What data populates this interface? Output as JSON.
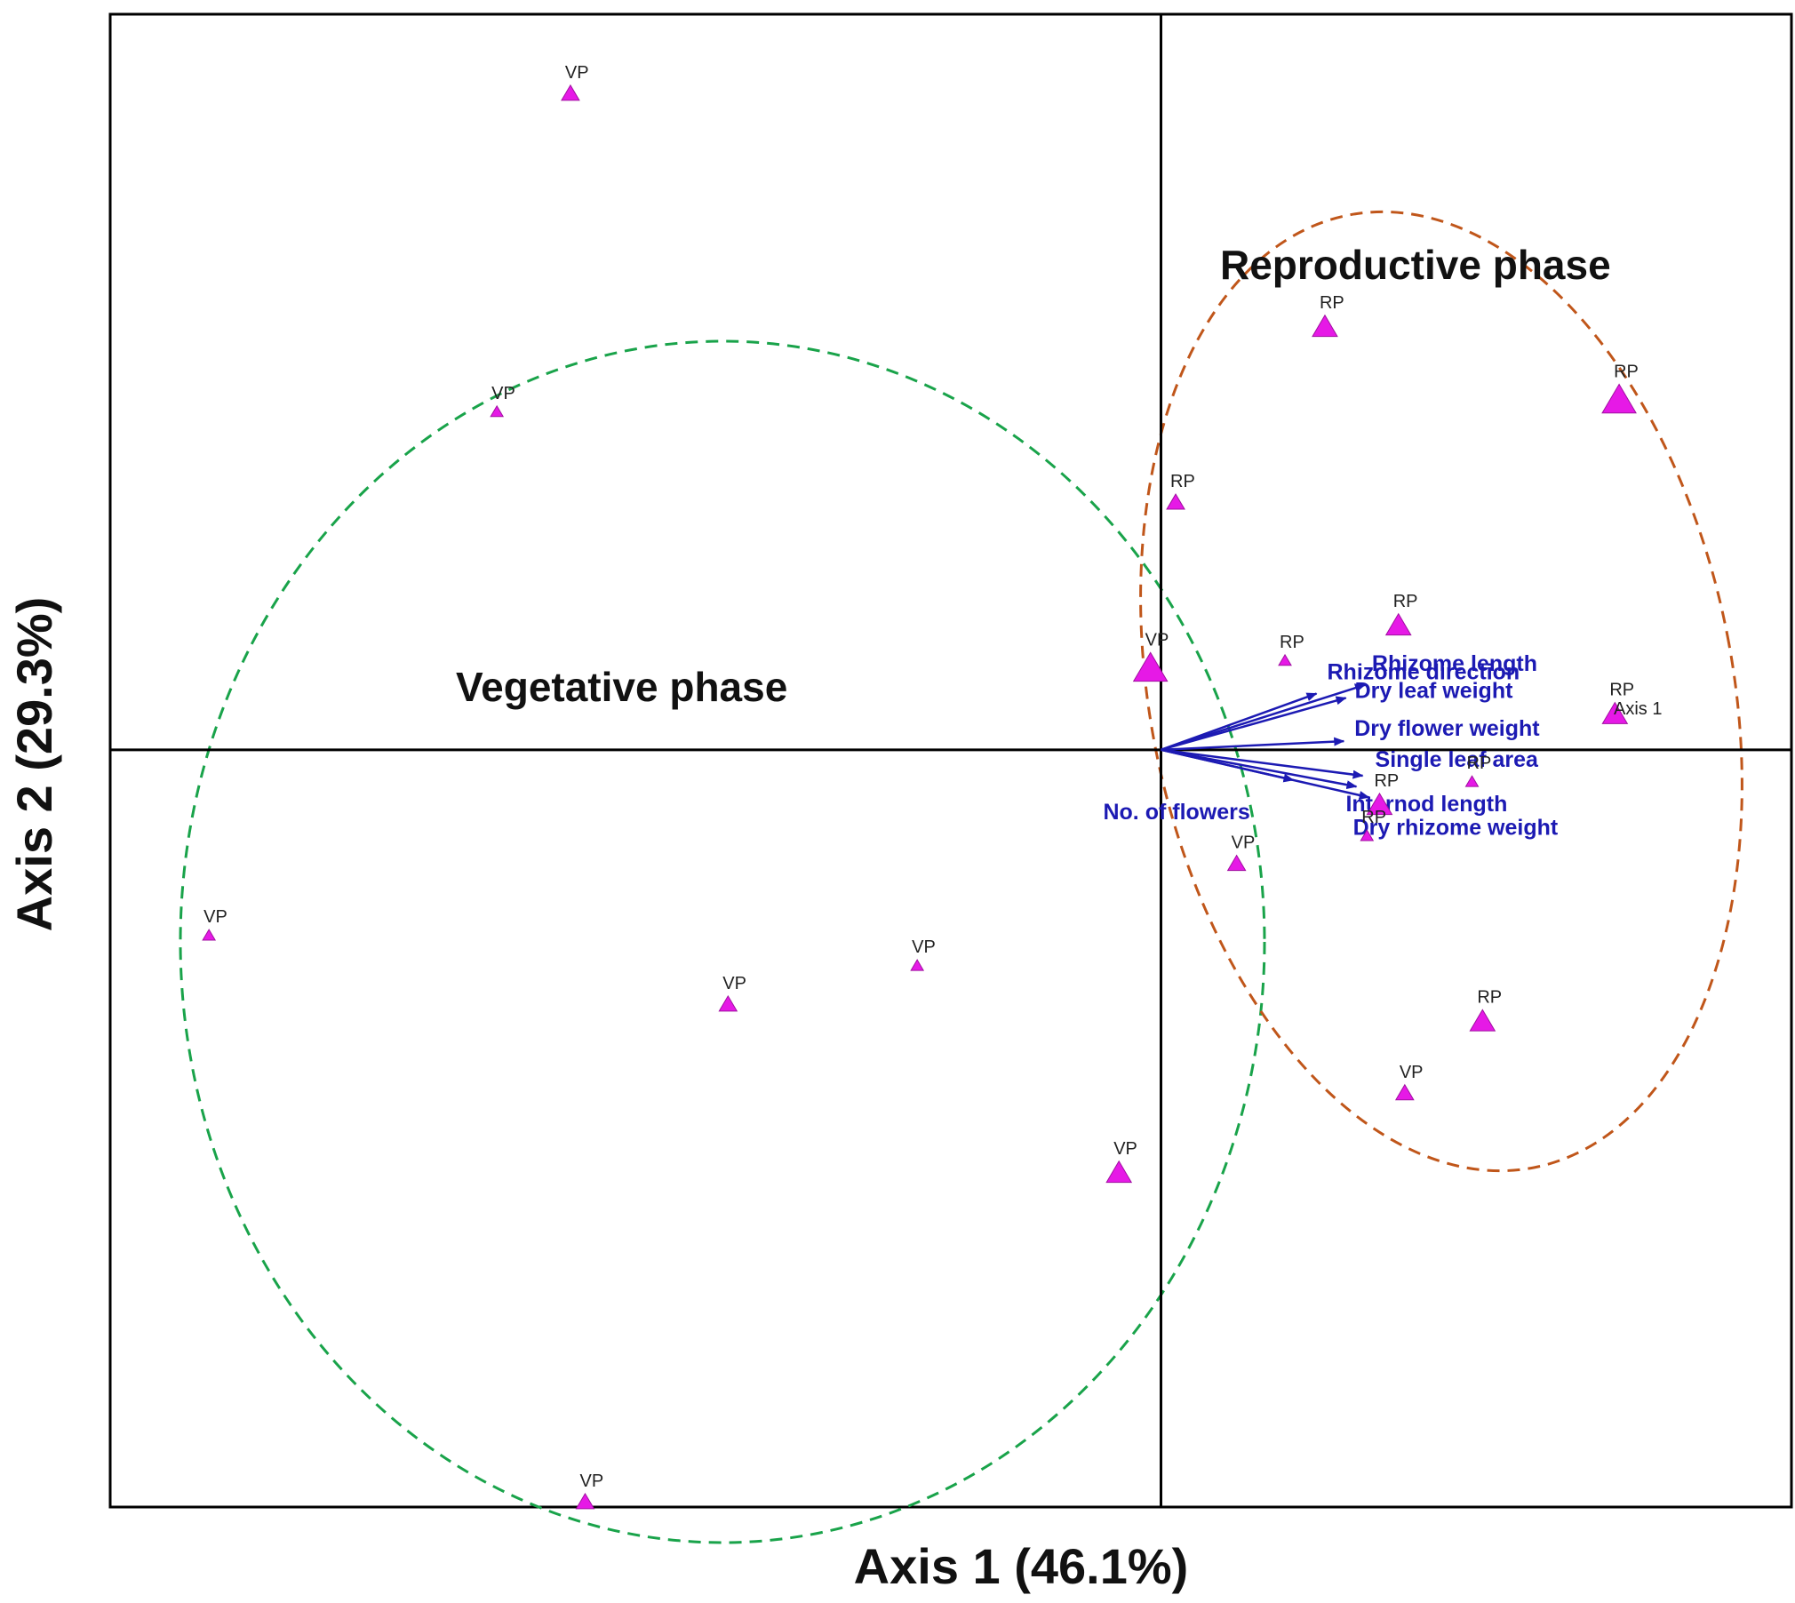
{
  "chart_data": {
    "type": "scatter",
    "subtype": "pca-biplot",
    "xlabel": "Axis 1 (46.1%)",
    "ylabel": "Axis 2 (29.3%)",
    "axis_inline_label": "Axis 1",
    "xlim": [
      -5.0,
      3.0
    ],
    "ylim": [
      -3.5,
      3.4
    ],
    "grid": false,
    "origin_lines": true,
    "colors": {
      "points": "#e619e6",
      "vectors": "#1c1ab3",
      "vegetative_ellipse": "#19a34a",
      "reproductive_ellipse": "#c0561a",
      "axes": "#000000"
    },
    "groups": [
      {
        "name": "Vegetative phase",
        "code": "VP",
        "ellipse_color": "#19a34a"
      },
      {
        "name": "Reproductive phase",
        "code": "RP",
        "ellipse_color": "#c0561a"
      }
    ],
    "points": [
      {
        "label": "VP",
        "x": -2.81,
        "y": 3.03,
        "size": 2
      },
      {
        "label": "VP",
        "x": -3.16,
        "y": 1.56,
        "size": 1
      },
      {
        "label": "VP",
        "x": -4.53,
        "y": -0.86,
        "size": 1
      },
      {
        "label": "VP",
        "x": -2.06,
        "y": -1.18,
        "size": 2
      },
      {
        "label": "VP",
        "x": -1.16,
        "y": -1.0,
        "size": 1
      },
      {
        "label": "VP",
        "x": -2.74,
        "y": -3.48,
        "size": 2
      },
      {
        "label": "VP",
        "x": -0.2,
        "y": -1.96,
        "size": 3
      },
      {
        "label": "VP",
        "x": -0.05,
        "y": 0.37,
        "size": 4
      },
      {
        "label": "VP",
        "x": 0.36,
        "y": -0.53,
        "size": 2
      },
      {
        "label": "VP",
        "x": 1.16,
        "y": -1.59,
        "size": 2
      },
      {
        "label": "RP",
        "x": 0.78,
        "y": 1.95,
        "size": 3
      },
      {
        "label": "RP",
        "x": 2.18,
        "y": 1.61,
        "size": 4
      },
      {
        "label": "RP",
        "x": 0.07,
        "y": 1.14,
        "size": 2
      },
      {
        "label": "RP",
        "x": 1.13,
        "y": 0.57,
        "size": 3
      },
      {
        "label": "RP",
        "x": 0.59,
        "y": 0.41,
        "size": 1
      },
      {
        "label": "RP",
        "x": 2.16,
        "y": 0.16,
        "size": 3
      },
      {
        "label": "RP",
        "x": 1.48,
        "y": -0.15,
        "size": 1
      },
      {
        "label": "RP",
        "x": 1.04,
        "y": -0.26,
        "size": 3
      },
      {
        "label": "RP",
        "x": 0.98,
        "y": -0.4,
        "size": 1
      },
      {
        "label": "RP",
        "x": 1.53,
        "y": -1.26,
        "size": 3
      }
    ],
    "vectors": [
      {
        "name": "Rhizome direction",
        "x": 0.74,
        "y": 0.26
      },
      {
        "name": "Rhizome length",
        "x": 0.97,
        "y": 0.3
      },
      {
        "name": "Dry leaf weight",
        "x": 0.88,
        "y": 0.24
      },
      {
        "name": "Dry flower weight",
        "x": 0.87,
        "y": 0.04
      },
      {
        "name": "Single leaf area",
        "x": 0.96,
        "y": -0.12
      },
      {
        "name": "No. of flowers",
        "x": 0.63,
        "y": -0.14
      },
      {
        "name": "Internod length",
        "x": 0.93,
        "y": -0.17
      },
      {
        "name": "Dry rhizome weight",
        "x": 0.99,
        "y": -0.22
      }
    ]
  }
}
